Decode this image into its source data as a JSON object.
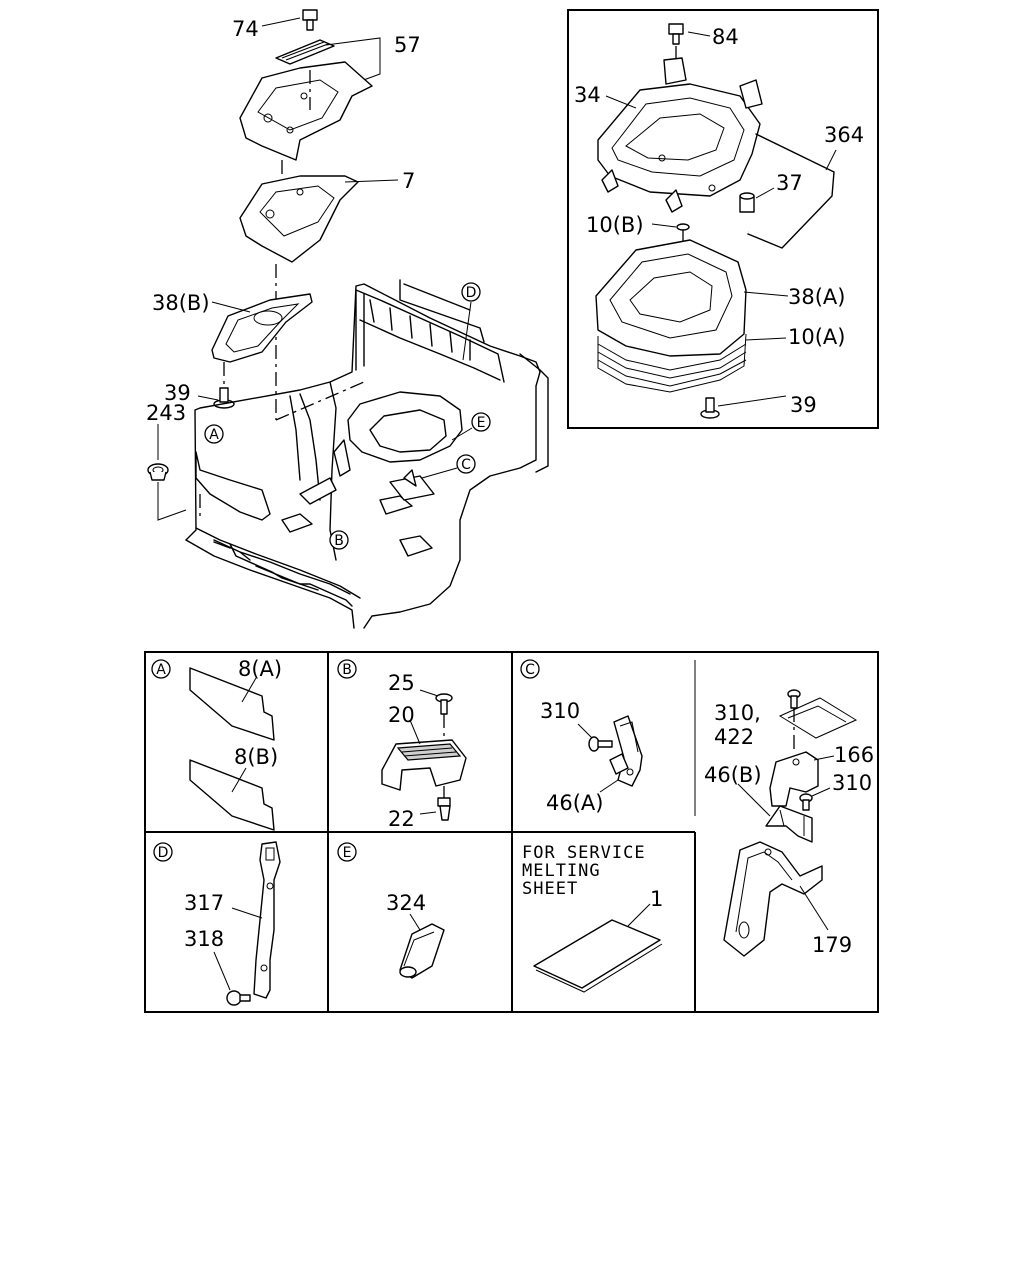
{
  "callouts": {
    "c74": "74",
    "c57": "57",
    "c7": "7",
    "c38b": "38(B)",
    "c39": "39",
    "c243": "243",
    "c84": "84",
    "c34": "34",
    "c364": "364",
    "c37": "37",
    "c10b": "10(B)",
    "c38a": "38(A)",
    "c10a": "10(A)",
    "c39b": "39"
  },
  "markers": {
    "a": "A",
    "b": "B",
    "c": "C",
    "d": "D",
    "e": "E"
  },
  "details": {
    "a": {
      "letter": "A",
      "p8a": "8(A)",
      "p8b": "8(B)"
    },
    "b": {
      "letter": "B",
      "p25": "25",
      "p20": "20",
      "p22": "22"
    },
    "c": {
      "letter": "C",
      "p310": "310",
      "p46a": "46(A)"
    },
    "r": {
      "p310_422_a": "310,",
      "p310_422_b": "422",
      "p166": "166",
      "p46b": "46(B)",
      "p310b": "310",
      "p179": "179"
    },
    "d": {
      "letter": "D",
      "p317": "317",
      "p318": "318"
    },
    "e": {
      "letter": "E",
      "p324": "324"
    },
    "s": {
      "note_line1": "FOR SERVICE",
      "note_line2": "MELTING",
      "note_line3": "SHEET",
      "p1": "1"
    }
  }
}
